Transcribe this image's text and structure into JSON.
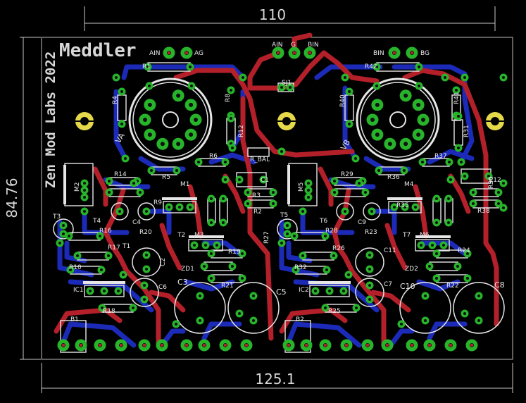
{
  "board": {
    "title": "Meddler",
    "maker": "Zen Mod Labs 2022"
  },
  "dimensions": {
    "top": "110",
    "bottom": "125.1",
    "left": "84.76"
  },
  "colors": {
    "background": "#000000",
    "top_copper": "#b3202a",
    "bottom_copper": "#1c2ab8",
    "pad": "#27b42a",
    "pad_hole": "#1a1a1a",
    "silkscreen": "#e6e6e6",
    "dimension": "#c8c8c8",
    "mounting_hole": "#e5d94a"
  },
  "labels": {
    "ain_top": "AIN",
    "g_top": "G",
    "bin_top": "BIN",
    "ain_left": "AIN",
    "ag_left": "AG",
    "bin_right": "BIN",
    "bg_right": "BG",
    "sj1": "SJ1",
    "r_bal": "R_BAL",
    "va": "VA",
    "vb": "VB",
    "r1": "R1",
    "r4": "R4",
    "r5": "R5",
    "r6": "R6",
    "r8": "R8",
    "r12": "R12",
    "r14": "R14",
    "r16": "R16",
    "r17": "R17",
    "r18": "R18",
    "r19": "R19",
    "r20": "R20",
    "r21": "R21",
    "r22": "R22",
    "r23": "R23",
    "r24": "R24",
    "r25": "R25",
    "r26": "R26",
    "r27": "R27",
    "r28": "R28",
    "r29": "R29",
    "r31": "R31",
    "r32": "R32",
    "r35": "R35",
    "r36": "R36",
    "r37": "R37",
    "r38": "R38",
    "r40": "R40",
    "r41": "R41",
    "r42": "R42",
    "r2": "R2",
    "r3": "R3",
    "r9": "R9",
    "r10": "R10",
    "r30": "R30",
    "c1": "C1",
    "c2": "C2",
    "c3": "C3",
    "c4": "C4",
    "c5": "C5",
    "c6": "C6",
    "c7": "C7",
    "c8": "C8",
    "c9": "C9",
    "c10": "C10",
    "c11": "C11",
    "c12": "C12",
    "ic1": "IC1",
    "ic2": "IC2",
    "t1": "T1",
    "t2": "T2",
    "t3": "T3",
    "t4": "T4",
    "t5": "T5",
    "t6": "T6",
    "t7": "T7",
    "m1": "M1",
    "m2": "M2",
    "m3": "M3",
    "m4": "M4",
    "m5": "M5",
    "m6": "M6",
    "zd1": "ZD1",
    "zd2": "ZD2",
    "b1": "B1",
    "b2": "B2"
  }
}
